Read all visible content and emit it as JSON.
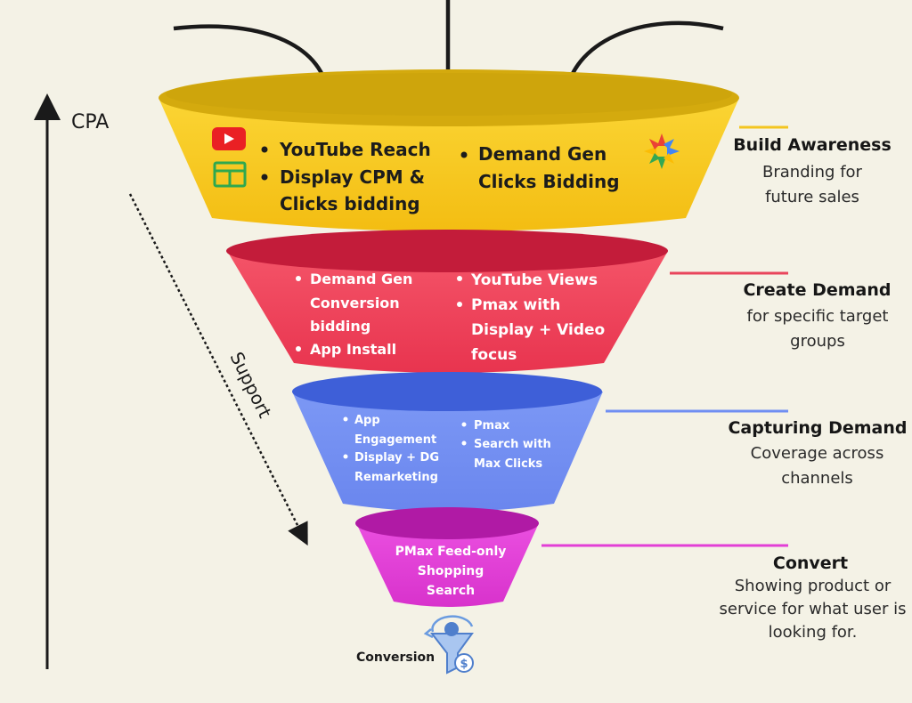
{
  "axis": {
    "cpa_label": "CPA",
    "support_label": "Support"
  },
  "stages": [
    {
      "name": "Build Awareness",
      "description": "Branding for future sales",
      "color": "#f6c619",
      "left_bullets": [
        "YouTube Reach",
        "Display CPM &",
        "Clicks bidding"
      ],
      "right_bullets": [
        "Demand Gen",
        "Clicks Bidding"
      ]
    },
    {
      "name": "Create Demand",
      "description": "for specific target groups",
      "color": "#f0405c",
      "left_bullets": [
        "Demand Gen",
        "Conversion",
        "bidding",
        "App Install"
      ],
      "right_bullets": [
        "YouTube Views",
        "Pmax with",
        "Display + Video",
        "focus"
      ]
    },
    {
      "name": "Capturing Demand",
      "description": "Coverage across channels",
      "color": "#6f8ef2",
      "left_bullets": [
        "App",
        "Engagement",
        "Display + DG",
        "Remarketing"
      ],
      "right_bullets": [
        "Pmax",
        "Search with",
        "Max Clicks"
      ]
    },
    {
      "name": "Convert",
      "description": "Showing product or service for what user is looking for.",
      "color": "#e23fd6",
      "center_lines": [
        "PMax Feed-only",
        "Shopping",
        "Search"
      ]
    }
  ],
  "conversion_label": "Conversion",
  "icons": [
    "youtube-icon",
    "display-icon",
    "demand-gen-icon",
    "conversion-icon"
  ]
}
